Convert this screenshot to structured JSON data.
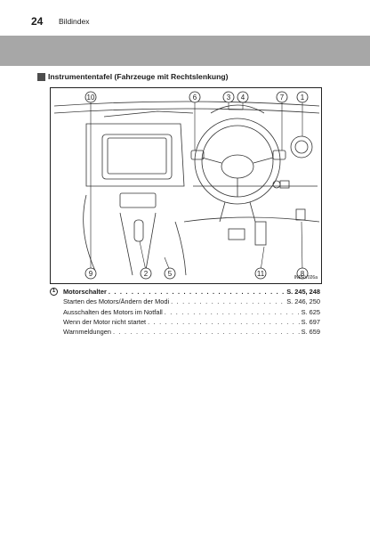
{
  "header": {
    "page_number": "24",
    "section_title": "Bildindex"
  },
  "heading": "Instrumententafel (Fahrzeuge mit Rechtslenkung)",
  "figure": {
    "image_code": "INPRV026a",
    "callouts": [
      "10",
      "6",
      "3",
      "4",
      "7",
      "1",
      "9",
      "2",
      "5",
      "11",
      "8"
    ]
  },
  "entries": [
    {
      "num": "1",
      "label": "Motorschalter",
      "ref": "S. 245, 248"
    },
    {
      "label": "Starten des Motors/Ändern der Modi",
      "ref": "S. 246, 250"
    },
    {
      "label": "Ausschalten des Motors im Notfall",
      "ref": "S. 625"
    },
    {
      "label": "Wenn der Motor nicht startet",
      "ref": "S. 697"
    },
    {
      "label": "Warnmeldungen",
      "ref": "S. 659"
    }
  ]
}
